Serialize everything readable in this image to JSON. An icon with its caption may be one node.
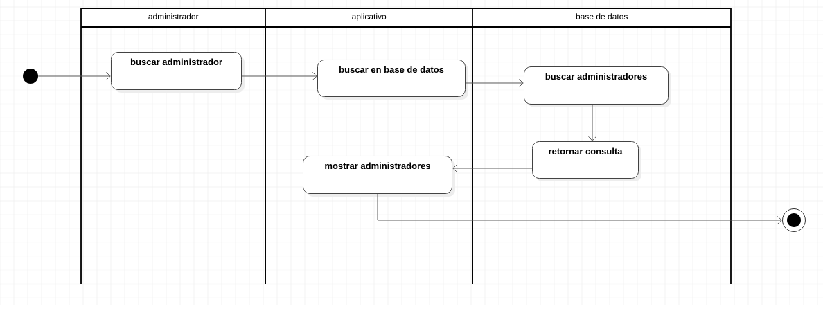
{
  "diagram": {
    "nodes": [
      {
        "text": [
          "administrador"
        ]
      },
      {
        "text": [
          "aplicativo"
        ]
      },
      {
        "text": [
          "base de datos"
        ]
      },
      {
        "text": [],
        "shape": "circle"
      },
      {
        "text": [
          "buscar administrador"
        ],
        "in": 0
      },
      {
        "text": [
          "buscar en base de datos"
        ],
        "in": 1
      },
      {
        "text": [
          "buscar administradores"
        ],
        "in": 2
      },
      {
        "text": [
          "retornar consulta"
        ],
        "in": 2
      },
      {
        "text": [
          "mostrar administradores"
        ],
        "in": 1
      },
      {
        "text": [],
        "shape": "circle"
      }
    ],
    "edges": [
      {
        "from": 3,
        "to": 4,
        "arrow": "to"
      },
      {
        "from": 4,
        "to": 5,
        "arrow": "to"
      },
      {
        "from": 5,
        "to": 6,
        "arrow": "to"
      },
      {
        "from": 6,
        "to": 7,
        "arrow": "to"
      },
      {
        "from": 7,
        "to": 8,
        "arrow": "to"
      },
      {
        "from": 8,
        "to": 9,
        "arrow": "to"
      }
    ]
  }
}
